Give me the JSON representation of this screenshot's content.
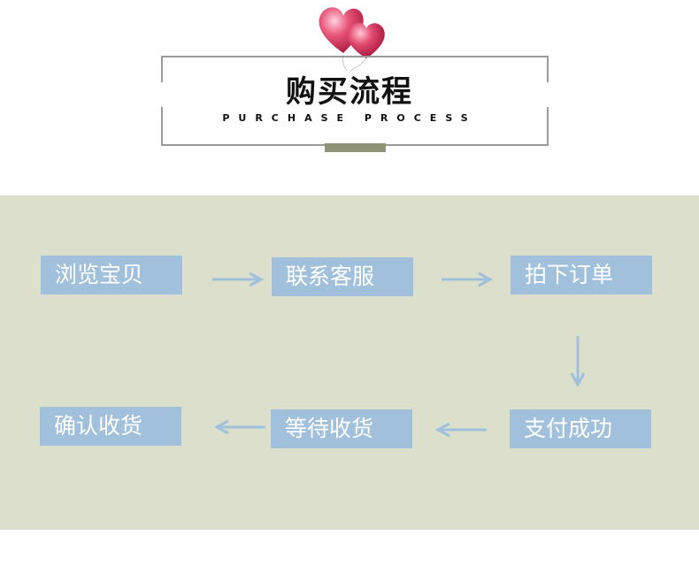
{
  "header": {
    "title": "购买流程",
    "subtitle": "PURCHASE PROCESS"
  },
  "steps": [
    {
      "label": "浏览宝贝"
    },
    {
      "label": "联系客服"
    },
    {
      "label": "拍下订单"
    },
    {
      "label": "支付成功"
    },
    {
      "label": "等待收货"
    },
    {
      "label": "确认收货"
    }
  ],
  "colors": {
    "panel": "#dcdfcb",
    "step_box": "#a0c0dc",
    "arrow": "#a0c0dc",
    "accent_bar": "#8f9479",
    "frame": "#9a9a9a"
  }
}
